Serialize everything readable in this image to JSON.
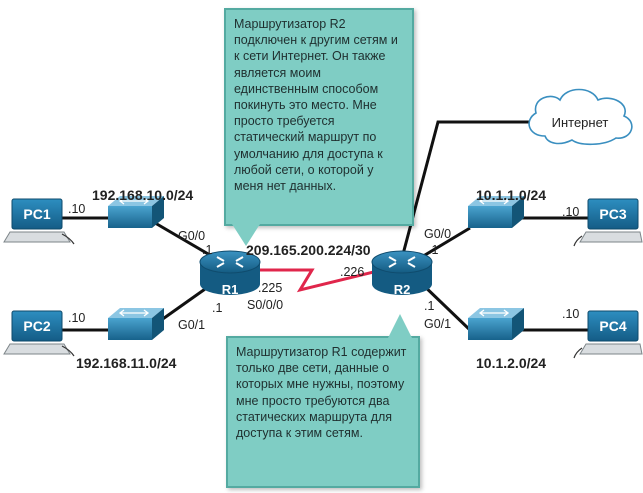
{
  "devices": {
    "pc1": "PC1",
    "pc2": "PC2",
    "pc3": "PC3",
    "pc4": "PC4",
    "r1": "R1",
    "r2": "R2",
    "cloud": "Интернет"
  },
  "networks": {
    "lan1": "192.168.10.0/24",
    "lan2": "192.168.11.0/24",
    "wan": "209.165.200.224/30",
    "lan3": "10.1.1.0/24",
    "lan4": "10.1.2.0/24"
  },
  "addresses": {
    "pc1": ".10",
    "pc2": ".10",
    "pc3": ".10",
    "pc4": ".10",
    "r1_g00": ".1",
    "r1_g01": ".1",
    "r1_s000": ".225",
    "r2_s": ".226",
    "r2_g00": ".1",
    "r2_g01": ".1"
  },
  "interfaces": {
    "r1_g00": "G0/0",
    "r1_g01": "G0/1",
    "r1_s000": "S0/0/0",
    "r2_g00": "G0/0",
    "r2_g01": "G0/1"
  },
  "callouts": {
    "r2_bubble": "Маршрутизатор R2 подключен к другим сетям и к сети Интернет. Он также является моим единственным способом покинуть это место. Мне просто требуется статический маршрут по умолчанию для доступа к любой сети, о которой у меня нет данных.",
    "r1_bubble": "Маршрутизатор R1 содержит только две сети, данные о которых мне нужны, поэтому мне просто требуются два статических маршрута для доступа к этим сетям."
  },
  "colors": {
    "router": "#1e6f9c",
    "switch": "#1e6f9c",
    "pc": "#1e6f9c",
    "serial_link": "#e0264b",
    "callout": "#7fcdc4"
  }
}
